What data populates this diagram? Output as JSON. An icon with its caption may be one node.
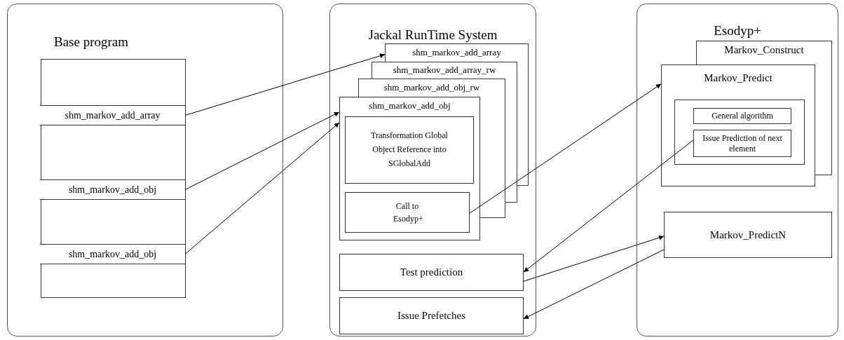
{
  "diagram": {
    "nodes": [
      {
        "text": [
          "Base program"
        ]
      },
      {
        "text": [],
        "shape": "box",
        "in": 0
      },
      {
        "text": [
          "shm_markov_add_array"
        ],
        "in": 1
      },
      {
        "text": [
          "shm_markov_add_obj"
        ],
        "in": 1
      },
      {
        "text": [
          "shm_markov_add_obj"
        ],
        "in": 1
      },
      {
        "text": [
          "Jackal RunTime System"
        ]
      },
      {
        "text": [
          "shm_markov_add_array"
        ],
        "in": 5
      },
      {
        "text": [
          "shm_markov_add_array_rw"
        ],
        "in": 5
      },
      {
        "text": [
          "shm_markov_add_obj_rw"
        ],
        "in": 5
      },
      {
        "text": [
          "shm_markov_add_obj"
        ],
        "in": 5
      },
      {
        "text": [
          "Transformation Global Object Reference into SGlobalAdd"
        ],
        "in": 9
      },
      {
        "text": [
          "Call to Esodyp+"
        ],
        "in": 9
      },
      {
        "text": [
          "Test prediction"
        ],
        "in": 5
      },
      {
        "text": [
          "Issue Prefetches"
        ],
        "in": 5
      },
      {
        "text": [
          "Esodyp+"
        ]
      },
      {
        "text": [
          "Markov_Construct"
        ],
        "in": 14
      },
      {
        "text": [
          "Markov_Predict"
        ],
        "in": 14
      },
      {
        "text": [],
        "shape": "box",
        "in": 16
      },
      {
        "text": [
          "General algorithm"
        ],
        "in": 17
      },
      {
        "text": [
          "Issue Prediction of next element"
        ],
        "in": 17
      },
      {
        "text": [
          "Markov_PredictN"
        ],
        "in": 14
      }
    ],
    "edges": [
      {
        "from": 2,
        "to": 6,
        "arrow": "to"
      },
      {
        "from": 3,
        "to": 9,
        "arrow": "to"
      },
      {
        "from": 4,
        "to": 9,
        "arrow": "to"
      },
      {
        "from": 11,
        "to": 16,
        "arrow": "to"
      },
      {
        "from": 19,
        "to": 12,
        "arrow": "to"
      },
      {
        "from": 12,
        "to": 20,
        "arrow": "to"
      },
      {
        "from": 20,
        "to": 13,
        "arrow": "to"
      }
    ]
  }
}
